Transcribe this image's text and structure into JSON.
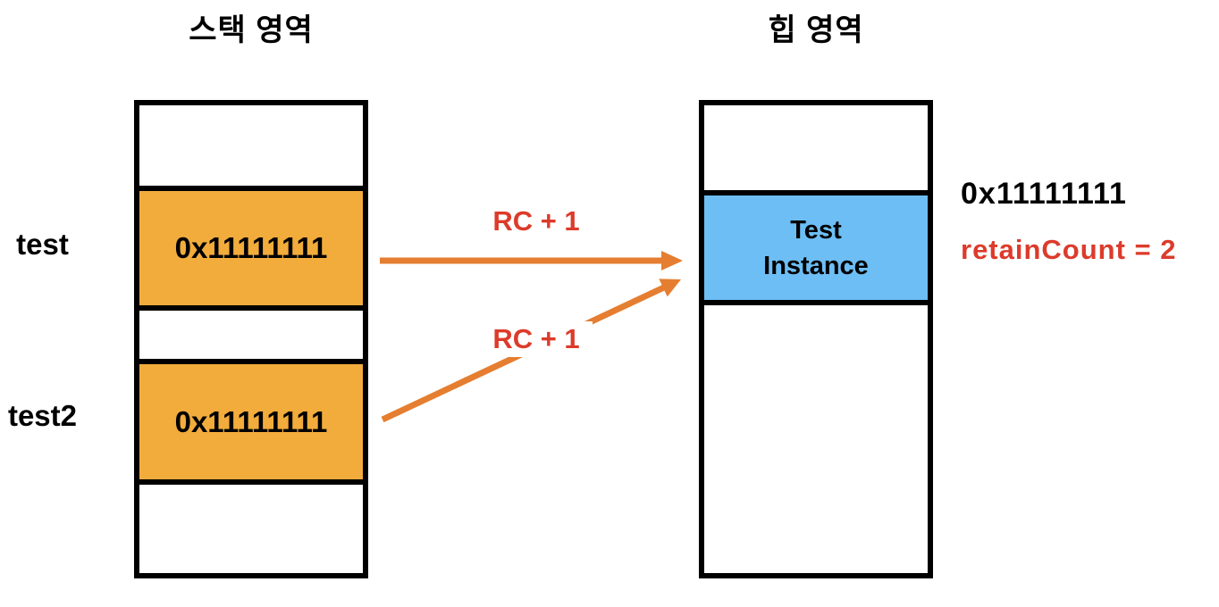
{
  "colors": {
    "cell_orange": "#F2AC3C",
    "object_blue": "#6DBEF5",
    "arrow_orange": "#E57E30",
    "accent_red": "#DC3B2B",
    "border_black": "#000000"
  },
  "stack": {
    "title": "스택 영역",
    "variables": [
      {
        "name": "test",
        "value": "0x11111111"
      },
      {
        "name": "test2",
        "value": "0x11111111"
      }
    ]
  },
  "heap": {
    "title": "힙 영역",
    "object": {
      "line1": "Test",
      "line2": "Instance"
    },
    "address": "0x11111111",
    "retain_count": "retainCount = 2"
  },
  "arrows": [
    {
      "label": "RC + 1"
    },
    {
      "label": "RC + 1"
    }
  ]
}
